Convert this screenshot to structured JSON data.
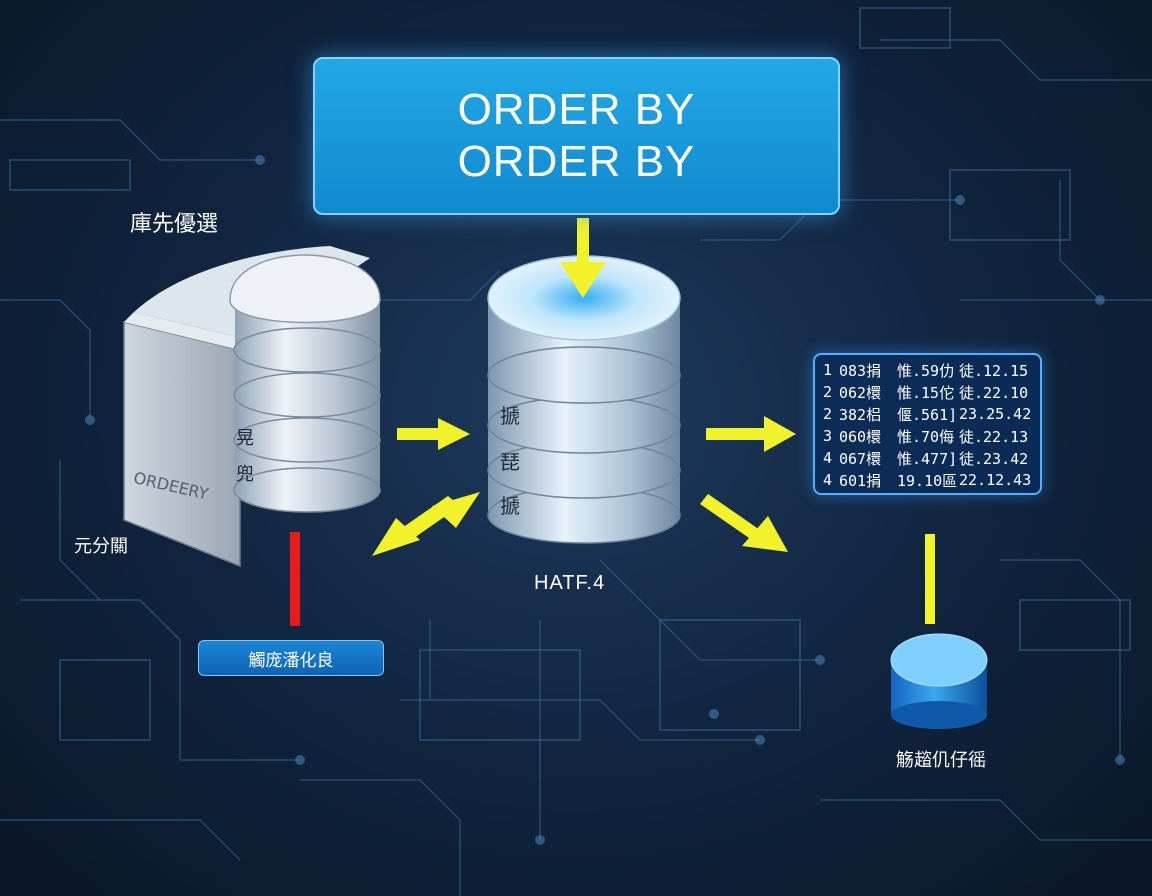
{
  "title": {
    "line1": "ORDER BY",
    "line2": "ORDER BY"
  },
  "labels": {
    "top_left": "庫先優選",
    "left": "元分關",
    "panel": "ORDEERY",
    "pill": "觸庞潘化良",
    "center": "HATF.4",
    "bottom_right": "觞趦仉仔徭",
    "cyl_left_1": "晃",
    "cyl_left_2": "兜",
    "cyl_center_1": "搋",
    "cyl_center_2": "琵",
    "cyl_center_3": "搋"
  },
  "result_rows": [
    [
      "1",
      "083捐",
      "惟.59仂",
      "徒.12.15"
    ],
    [
      "2",
      "062檈",
      "惟.15佗",
      "徒.22.10"
    ],
    [
      "2",
      "382梠",
      "偃.561]",
      "23.25.42"
    ],
    [
      "3",
      "060檈",
      "惟.70侮",
      "徒.22.13"
    ],
    [
      "4",
      "067檈",
      "惟.477]",
      "徒.23.42"
    ],
    [
      "4",
      "601捐",
      "19.10區",
      "22.12.43"
    ]
  ],
  "colors": {
    "background": "#10233d",
    "title_box": "#1a9ee0",
    "arrow": "#f2f22a",
    "red_line": "#e81b1b",
    "table_border": "#4fb0ff"
  }
}
